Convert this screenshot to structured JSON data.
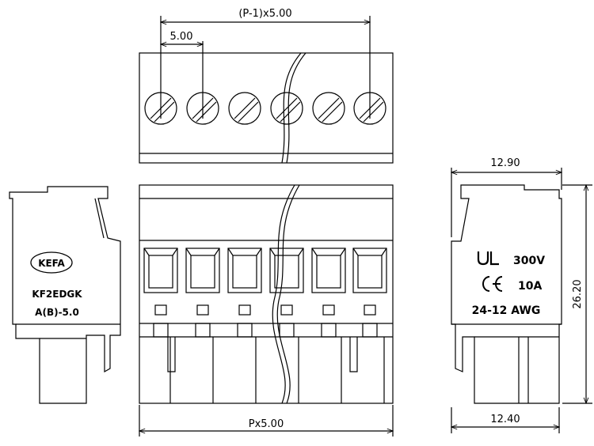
{
  "top_view": {
    "pitch_span_label": "(P-1)x5.00",
    "pitch_label": "5.00"
  },
  "front_view": {
    "total_width_label": "Px5.00"
  },
  "left_view": {
    "logo_text": "KEFA",
    "model": "KF2EDGK",
    "series": "A(B)-5.0"
  },
  "right_view": {
    "top_width_label": "12.90",
    "bottom_width_label": "12.40",
    "height_label": "26.20",
    "voltage": "300V",
    "current": "10A",
    "wire_range": "24-12 AWG",
    "ul_mark": "UL",
    "ce_mark": "CE"
  },
  "colors": {
    "line": "#000000",
    "background": "#ffffff"
  }
}
